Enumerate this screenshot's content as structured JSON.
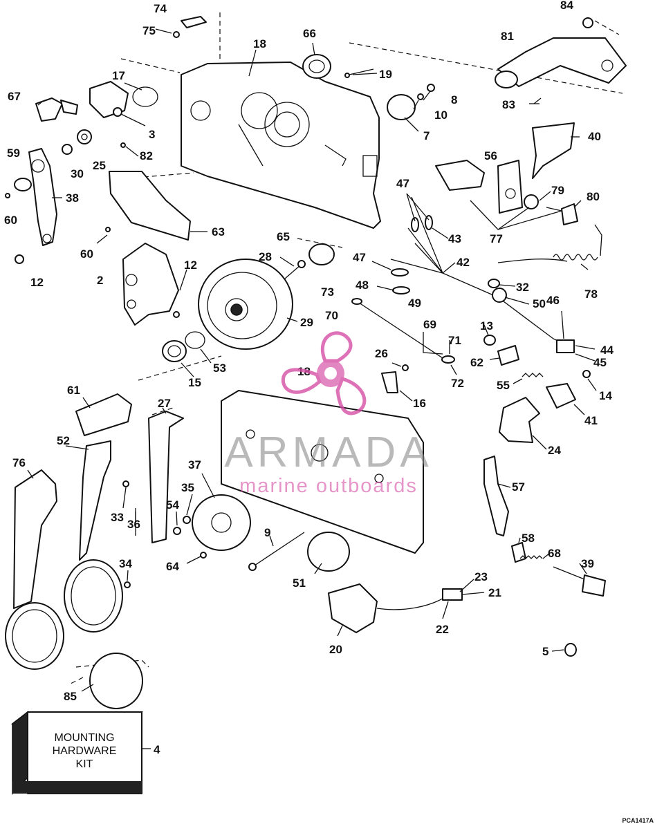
{
  "callouts": [
    {
      "n": "74"
    },
    {
      "n": "75"
    },
    {
      "n": "18"
    },
    {
      "n": "66"
    },
    {
      "n": "84"
    },
    {
      "n": "81"
    },
    {
      "n": "17"
    },
    {
      "n": "67"
    },
    {
      "n": "3"
    },
    {
      "n": "19"
    },
    {
      "n": "8"
    },
    {
      "n": "10"
    },
    {
      "n": "7"
    },
    {
      "n": "83"
    },
    {
      "n": "40"
    },
    {
      "n": "59"
    },
    {
      "n": "30"
    },
    {
      "n": "25"
    },
    {
      "n": "82"
    },
    {
      "n": "56"
    },
    {
      "n": "47"
    },
    {
      "n": "79"
    },
    {
      "n": "80"
    },
    {
      "n": "38"
    },
    {
      "n": "60"
    },
    {
      "n": "63"
    },
    {
      "n": "43"
    },
    {
      "n": "77"
    },
    {
      "n": "60"
    },
    {
      "n": "65"
    },
    {
      "n": "28"
    },
    {
      "n": "47"
    },
    {
      "n": "42"
    },
    {
      "n": "12"
    },
    {
      "n": "12"
    },
    {
      "n": "2"
    },
    {
      "n": "32"
    },
    {
      "n": "78"
    },
    {
      "n": "48"
    },
    {
      "n": "73"
    },
    {
      "n": "49"
    },
    {
      "n": "70"
    },
    {
      "n": "50"
    },
    {
      "n": "29"
    },
    {
      "n": "46"
    },
    {
      "n": "69"
    },
    {
      "n": "13"
    },
    {
      "n": "71"
    },
    {
      "n": "44"
    },
    {
      "n": "45"
    },
    {
      "n": "53"
    },
    {
      "n": "26"
    },
    {
      "n": "62"
    },
    {
      "n": "72"
    },
    {
      "n": "15"
    },
    {
      "n": "18"
    },
    {
      "n": "55"
    },
    {
      "n": "16"
    },
    {
      "n": "14"
    },
    {
      "n": "61"
    },
    {
      "n": "27"
    },
    {
      "n": "41"
    },
    {
      "n": "52"
    },
    {
      "n": "24"
    },
    {
      "n": "76"
    },
    {
      "n": "37"
    },
    {
      "n": "57"
    },
    {
      "n": "35"
    },
    {
      "n": "54"
    },
    {
      "n": "33"
    },
    {
      "n": "9"
    },
    {
      "n": "58"
    },
    {
      "n": "36"
    },
    {
      "n": "68"
    },
    {
      "n": "34"
    },
    {
      "n": "64"
    },
    {
      "n": "39"
    },
    {
      "n": "51"
    },
    {
      "n": "23"
    },
    {
      "n": "21"
    },
    {
      "n": "22"
    },
    {
      "n": "20"
    },
    {
      "n": "5"
    },
    {
      "n": "85"
    },
    {
      "n": "4"
    }
  ],
  "kit_box": {
    "line1": "MOUNTING",
    "line2": "HARDWARE",
    "line3": "KIT"
  },
  "figure_code": "PCA1417A",
  "watermark": {
    "name": "ARMADA",
    "tagline": "marine outboards",
    "accent_color": "#d64fa6",
    "name_color": "#8a8a8a"
  }
}
